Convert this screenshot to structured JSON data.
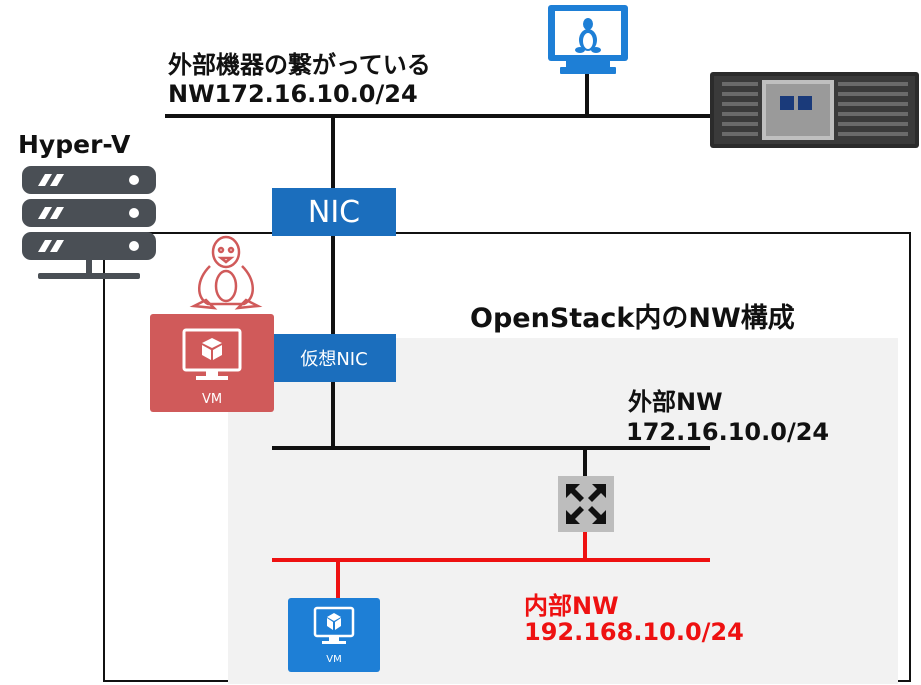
{
  "external_network": {
    "title": "外部機器の繋がっている",
    "subnet": "NW172.16.10.0/24"
  },
  "hyperv": {
    "label": "Hyper-V"
  },
  "physical_nic": {
    "label": "NIC"
  },
  "virtual_nic": {
    "label": "仮想NIC"
  },
  "openstack": {
    "title": "OpenStack内のNW構成"
  },
  "openstack_external_nw": {
    "name": "外部NW",
    "subnet": "172.16.10.0/24"
  },
  "openstack_internal_nw": {
    "name": "内部NW",
    "subnet": "192.168.10.0/24"
  },
  "vm_red": {
    "label": "VM"
  },
  "vm_blue": {
    "label": "VM"
  },
  "colors": {
    "nic_blue": "#1b6ebd",
    "vm_red": "#d05a5a",
    "vm_blue": "#1e7fd6",
    "internal_red": "#ee1111",
    "hyperv_gray": "#4a4f55",
    "router_gray": "#bdbdbd"
  }
}
